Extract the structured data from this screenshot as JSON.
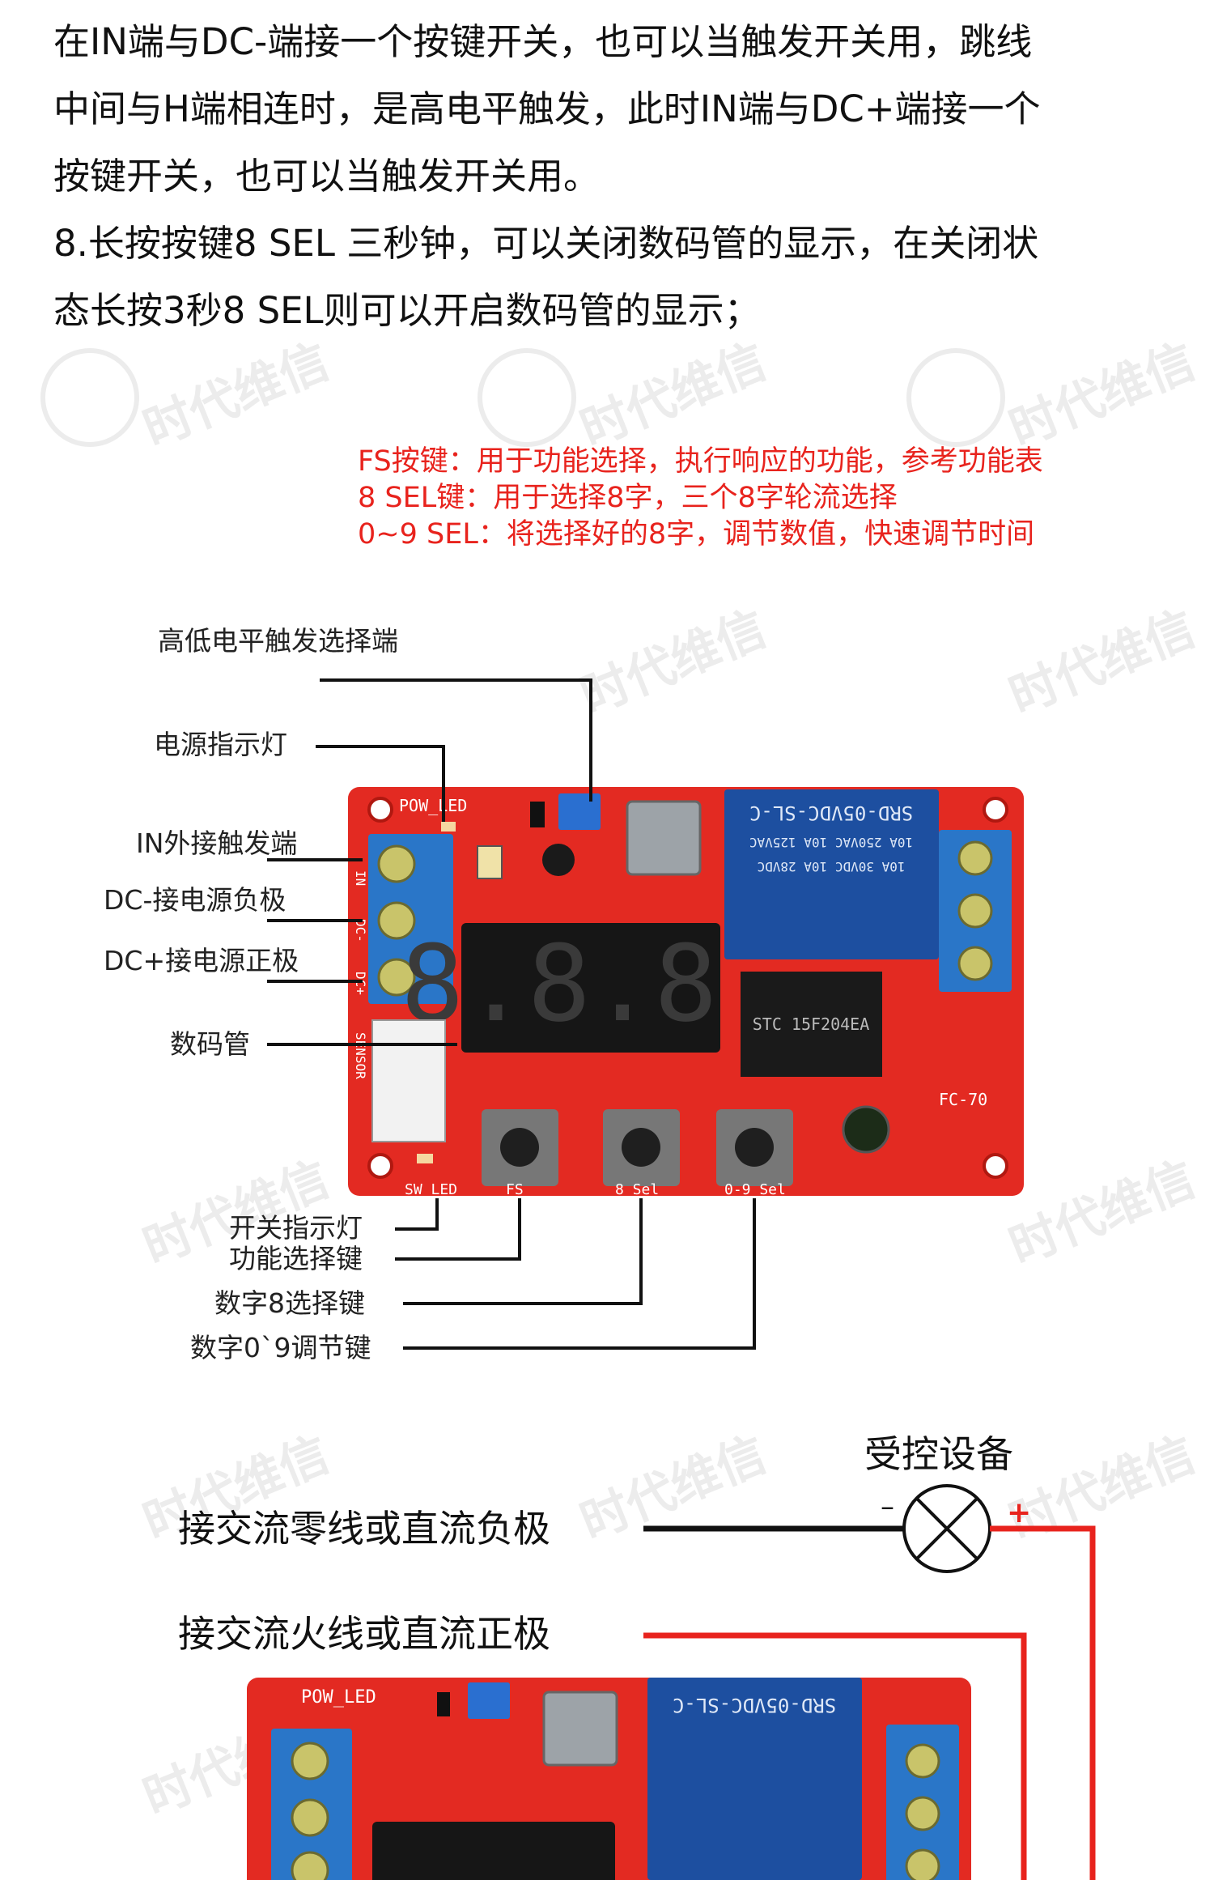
{
  "intro_lines": [
    "在IN端与DC-端接一个按键开关，也可以当触发开关用，跳线",
    "中间与H端相连时，是高电平触发，此时IN端与DC+端接一个",
    "按键开关，也可以当触发开关用。",
    "8.长按按键8 SEL 三秒钟，可以关闭数码管的显示，在关闭状",
    "态长按3秒8 SEL则可以开启数码管的显示；"
  ],
  "watermark": {
    "text": "时代维信"
  },
  "legend": [
    "FS按键：用于功能选择，执行响应的功能，参考功能表",
    "8 SEL键：用于选择8字，三个8字轮流选择",
    "0~9 SEL：将选择好的8字，调节数值，快速调节时间"
  ],
  "labels": {
    "trigger_select": "高低电平触发选择端",
    "power_led": "电源指示灯",
    "in_trigger": "IN外接触发端",
    "dc_neg": "DC-接电源负极",
    "dc_pos": "DC+接电源正极",
    "display": "数码管",
    "switch_led": "开关指示灯",
    "fs_key": "功能选择键",
    "sel8_key": "数字8选择键",
    "adj_key": "数字0`9调节键"
  },
  "pcb": {
    "pow_led": "POW_LED",
    "sw_led": "SW_LED",
    "fs": "FS",
    "sel8": "8 Sel",
    "sel09": "0-9 Sel",
    "relay_model": "SRD-05VDC-SL-C",
    "relay_spec1": "10A 250VAC  10A 125VAC",
    "relay_spec2": "10A 30VDC  10A 28VDC",
    "chip": "STC 15F204EA",
    "board": "FC-70",
    "sensor": "SENSOR",
    "pin_in": "IN",
    "pin_dcm": "DC-",
    "pin_dcp": "DC+",
    "digits": "8.8.8."
  },
  "wiring": {
    "device": "受控设备",
    "minus": "–",
    "plus": "+",
    "neutral": "接交流零线或直流负极",
    "live": "接交流火线或直流正极"
  },
  "colors": {
    "accent_red": "#e8231d",
    "pcb_red": "#e32a22",
    "terminal_blue": "#2a76c8",
    "relay_blue": "#1d4fa0"
  }
}
